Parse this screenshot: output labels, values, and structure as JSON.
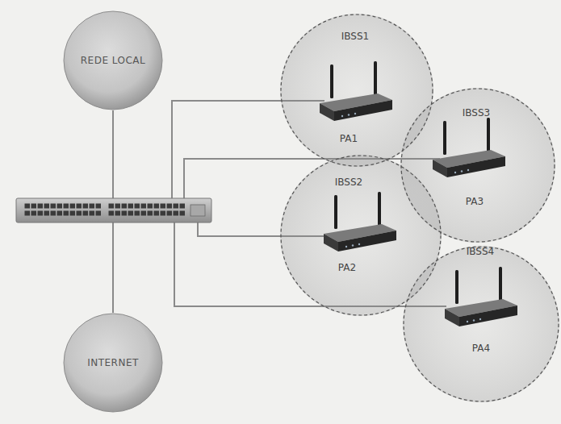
{
  "diagram": {
    "nodes": [
      {
        "text": [
          "REDE LOCAL"
        ]
      },
      {
        "text": [
          "IBSS1",
          "PA1"
        ]
      },
      {
        "text": [
          "IBSS3",
          "PA3"
        ]
      },
      {
        "text": [
          "IBSS2",
          "PA2"
        ]
      },
      {
        "text": [
          "IBSS4",
          "PA4"
        ]
      },
      {
        "text": [
          "INTERNET"
        ]
      }
    ],
    "edges": [
      {
        "from": 0,
        "to": 5,
        "arrow": "none"
      }
    ]
  }
}
